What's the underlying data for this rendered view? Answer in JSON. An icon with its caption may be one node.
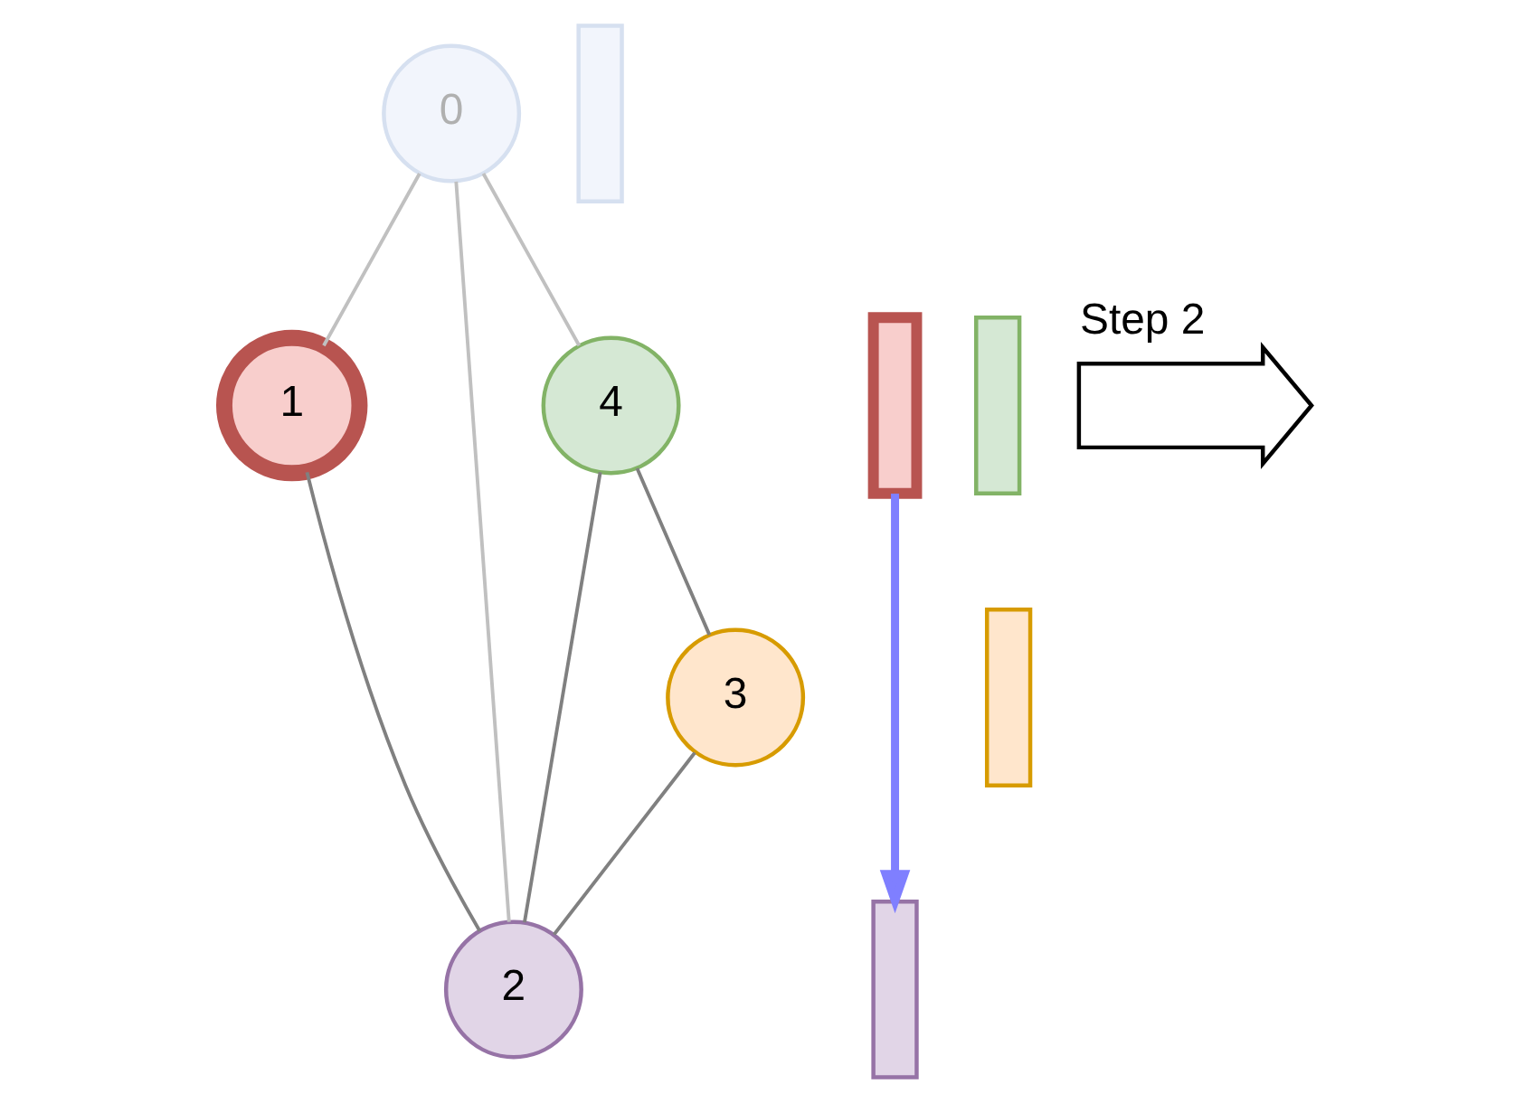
{
  "diagram": {
    "nodes": [
      {
        "text": [
          "0"
        ]
      },
      {
        "text": [
          "1"
        ]
      },
      {
        "text": [
          "2"
        ]
      },
      {
        "text": [
          "3"
        ]
      },
      {
        "text": [
          "4"
        ]
      },
      {
        "text": [],
        "shape": "bar"
      },
      {
        "text": [],
        "shape": "bar"
      },
      {
        "text": [],
        "shape": "bar"
      },
      {
        "text": [],
        "shape": "bar"
      },
      {
        "text": [],
        "shape": "bar"
      },
      {
        "text": [],
        "shape": "arrow",
        "beside": [
          "Step 2"
        ]
      }
    ],
    "edges": [
      {
        "from": 0,
        "to": 1,
        "arrow": "none",
        "color": "#c0c0c0"
      },
      {
        "from": 0,
        "to": 4,
        "arrow": "none",
        "color": "#c0c0c0"
      },
      {
        "from": 0,
        "to": 2,
        "arrow": "none",
        "color": "#c0c0c0"
      },
      {
        "from": 1,
        "to": 2,
        "arrow": "none"
      },
      {
        "from": 4,
        "to": 2,
        "arrow": "none"
      },
      {
        "from": 4,
        "to": 3,
        "arrow": "none"
      },
      {
        "from": 3,
        "to": 2,
        "arrow": "none"
      },
      {
        "from": 6,
        "to": 7,
        "arrow": "to",
        "style": "thick",
        "color": "#7f7fff"
      }
    ]
  }
}
